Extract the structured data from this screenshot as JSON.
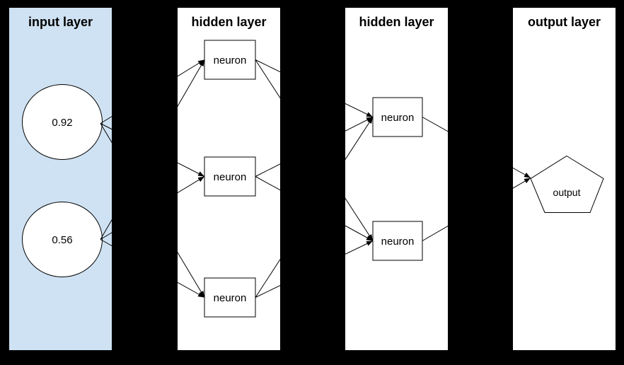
{
  "canvas": {
    "background_color": "#000000",
    "edge_color": "#000000",
    "node_fill": "#ffffff",
    "node_stroke": "#000000"
  },
  "diagram": {
    "layers": [
      {
        "id": "input",
        "title": "input layer",
        "background": "#cfe2f3",
        "nodes": [
          {
            "shape": "circle",
            "label": "0.92"
          },
          {
            "shape": "circle",
            "label": "0.56"
          }
        ]
      },
      {
        "id": "hidden1",
        "title": "hidden layer",
        "background": "#ffffff",
        "nodes": [
          {
            "shape": "rectangle",
            "label": "neuron"
          },
          {
            "shape": "rectangle",
            "label": "neuron"
          },
          {
            "shape": "rectangle",
            "label": "neuron"
          }
        ]
      },
      {
        "id": "hidden2",
        "title": "hidden layer",
        "background": "#ffffff",
        "nodes": [
          {
            "shape": "rectangle",
            "label": "neuron"
          },
          {
            "shape": "rectangle",
            "label": "neuron"
          }
        ]
      },
      {
        "id": "output",
        "title": "output layer",
        "background": "#ffffff",
        "nodes": [
          {
            "shape": "pentagon",
            "label": "output"
          }
        ]
      }
    ],
    "edges": [
      {
        "from": "input-1",
        "to": "hidden1-1"
      },
      {
        "from": "input-1",
        "to": "hidden1-2"
      },
      {
        "from": "input-1",
        "to": "hidden1-3"
      },
      {
        "from": "input-2",
        "to": "hidden1-1"
      },
      {
        "from": "input-2",
        "to": "hidden1-2"
      },
      {
        "from": "input-2",
        "to": "hidden1-3"
      },
      {
        "from": "hidden1-1",
        "to": "hidden2-1"
      },
      {
        "from": "hidden1-1",
        "to": "hidden2-2"
      },
      {
        "from": "hidden1-2",
        "to": "hidden2-1"
      },
      {
        "from": "hidden1-2",
        "to": "hidden2-2"
      },
      {
        "from": "hidden1-3",
        "to": "hidden2-1"
      },
      {
        "from": "hidden1-3",
        "to": "hidden2-2"
      },
      {
        "from": "hidden2-1",
        "to": "output-1"
      },
      {
        "from": "hidden2-2",
        "to": "output-1"
      }
    ]
  }
}
